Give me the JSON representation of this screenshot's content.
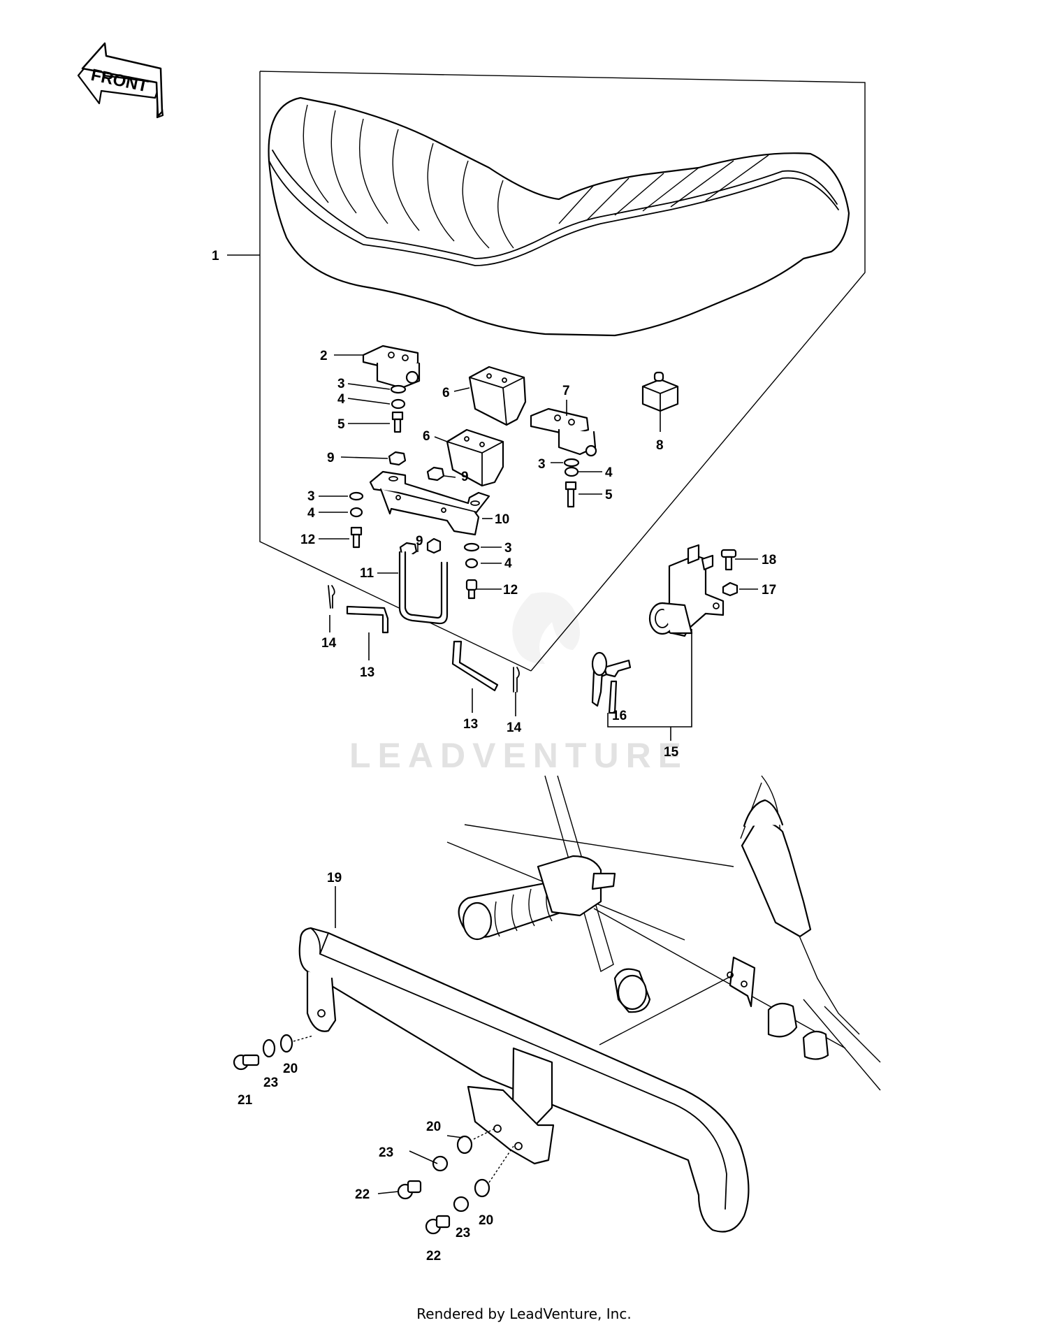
{
  "front_arrow": {
    "label": "FRONT",
    "icon": "front-arrow-icon"
  },
  "watermark": "LEADVENTURE",
  "footer": "Rendered by LeadVenture, Inc.",
  "callouts": {
    "c1": "1",
    "c2": "2",
    "c3a": "3",
    "c4a": "4",
    "c5a": "5",
    "c6a": "6",
    "c6b": "6",
    "c7": "7",
    "c8": "8",
    "c9a": "9",
    "c9b": "9",
    "c9c": "9",
    "c3b": "3",
    "c4b": "4",
    "c5b": "5",
    "c3c": "3",
    "c4c": "4",
    "c12a": "12",
    "c10": "10",
    "c3d": "3",
    "c4d": "4",
    "c12b": "12",
    "c11": "11",
    "c14a": "14",
    "c13a": "13",
    "c13b": "13",
    "c14b": "14",
    "c18": "18",
    "c17": "17",
    "c16": "16",
    "c15": "15",
    "c19": "19",
    "c21": "21",
    "c23a": "23",
    "c20a": "20",
    "c20b": "20",
    "c23b": "23",
    "c22a": "22",
    "c22b": "22",
    "c23c": "23",
    "c20c": "20"
  }
}
